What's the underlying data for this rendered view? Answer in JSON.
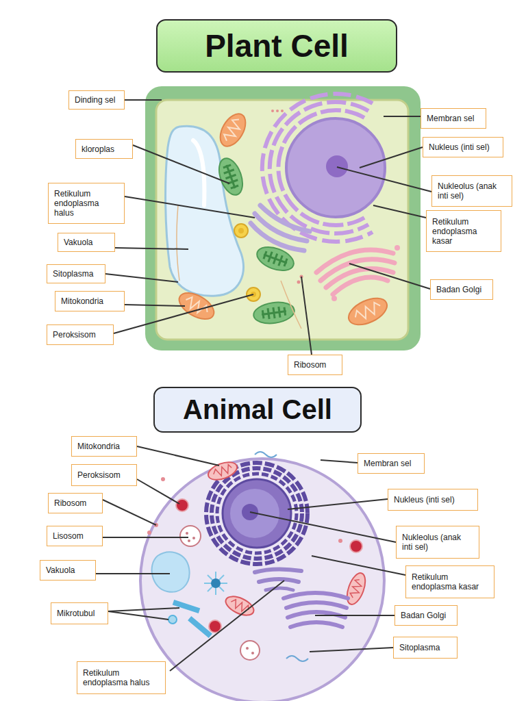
{
  "diagram": {
    "nodes": [
      {
        "text": [
          "Plant Cell"
        ]
      },
      {
        "text": [
          "Dinding sel"
        ]
      },
      {
        "text": [
          "Membran sel"
        ]
      },
      {
        "text": [
          "kloroplas"
        ]
      },
      {
        "text": [
          "Nukleus (inti sel)"
        ]
      },
      {
        "text": [
          "Retikulum endoplasma halus"
        ]
      },
      {
        "text": [
          "Nukleolus (anak inti sel)"
        ]
      },
      {
        "text": [
          "Retikulum endoplasma kasar"
        ]
      },
      {
        "text": [
          "Vakuola"
        ]
      },
      {
        "text": [
          "Sitoplasma"
        ]
      },
      {
        "text": [
          "Badan Golgi"
        ]
      },
      {
        "text": [
          "Mitokondria"
        ]
      },
      {
        "text": [
          "Peroksisom"
        ]
      },
      {
        "text": [
          "Ribosom"
        ]
      },
      {
        "text": [
          "Animal Cell"
        ]
      },
      {
        "text": [
          "Mitokondria"
        ]
      },
      {
        "text": [
          "Membran sel"
        ]
      },
      {
        "text": [
          "Peroksisom"
        ]
      },
      {
        "text": [
          "Ribosom"
        ]
      },
      {
        "text": [
          "Nukleus (inti sel)"
        ]
      },
      {
        "text": [
          "Lisosom"
        ]
      },
      {
        "text": [
          "Nukleolus (anak inti sel)"
        ]
      },
      {
        "text": [
          "Vakuola"
        ]
      },
      {
        "text": [
          "Retikulum endoplasma kasar"
        ]
      },
      {
        "text": [
          "Mikrotubul"
        ]
      },
      {
        "text": [
          "Badan Golgi"
        ]
      },
      {
        "text": [
          "Sitoplasma"
        ]
      },
      {
        "text": [
          "Retikulum endoplasma halus"
        ]
      }
    ]
  }
}
